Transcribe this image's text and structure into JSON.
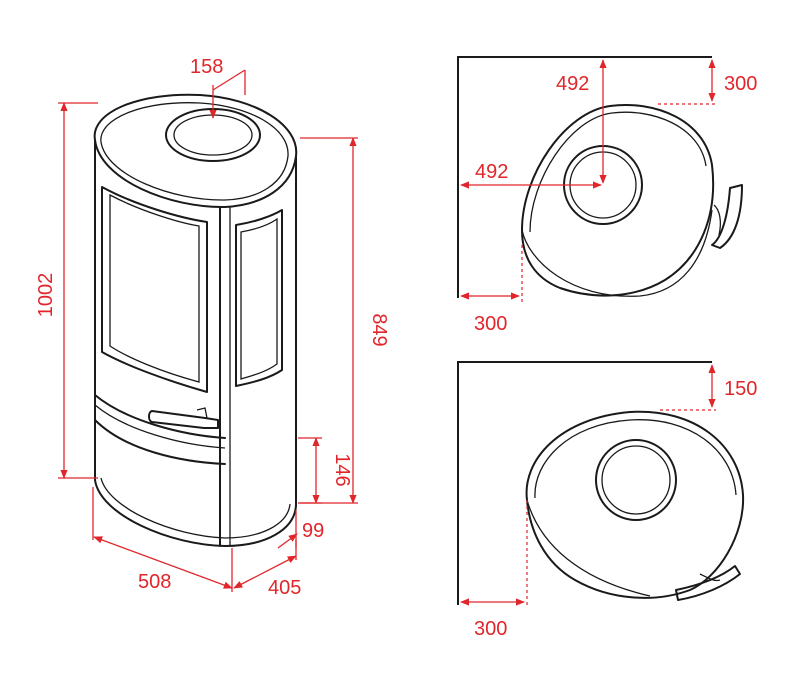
{
  "colors": {
    "accent": "#e1262b",
    "line": "#1a1a1a",
    "background": "#ffffff"
  },
  "dimensions": {
    "flue_diameter": "158",
    "total_height": "1002",
    "flue_height": "849",
    "air_inlet_height": "146",
    "air_inlet_offset": "99",
    "width": "508",
    "depth": "405",
    "top_view_1": {
      "flue_from_rear": "492",
      "flue_from_side": "492",
      "rear_clearance": "300",
      "side_clearance": "300"
    },
    "top_view_2": {
      "rear_clearance": "150",
      "side_clearance": "300"
    }
  }
}
